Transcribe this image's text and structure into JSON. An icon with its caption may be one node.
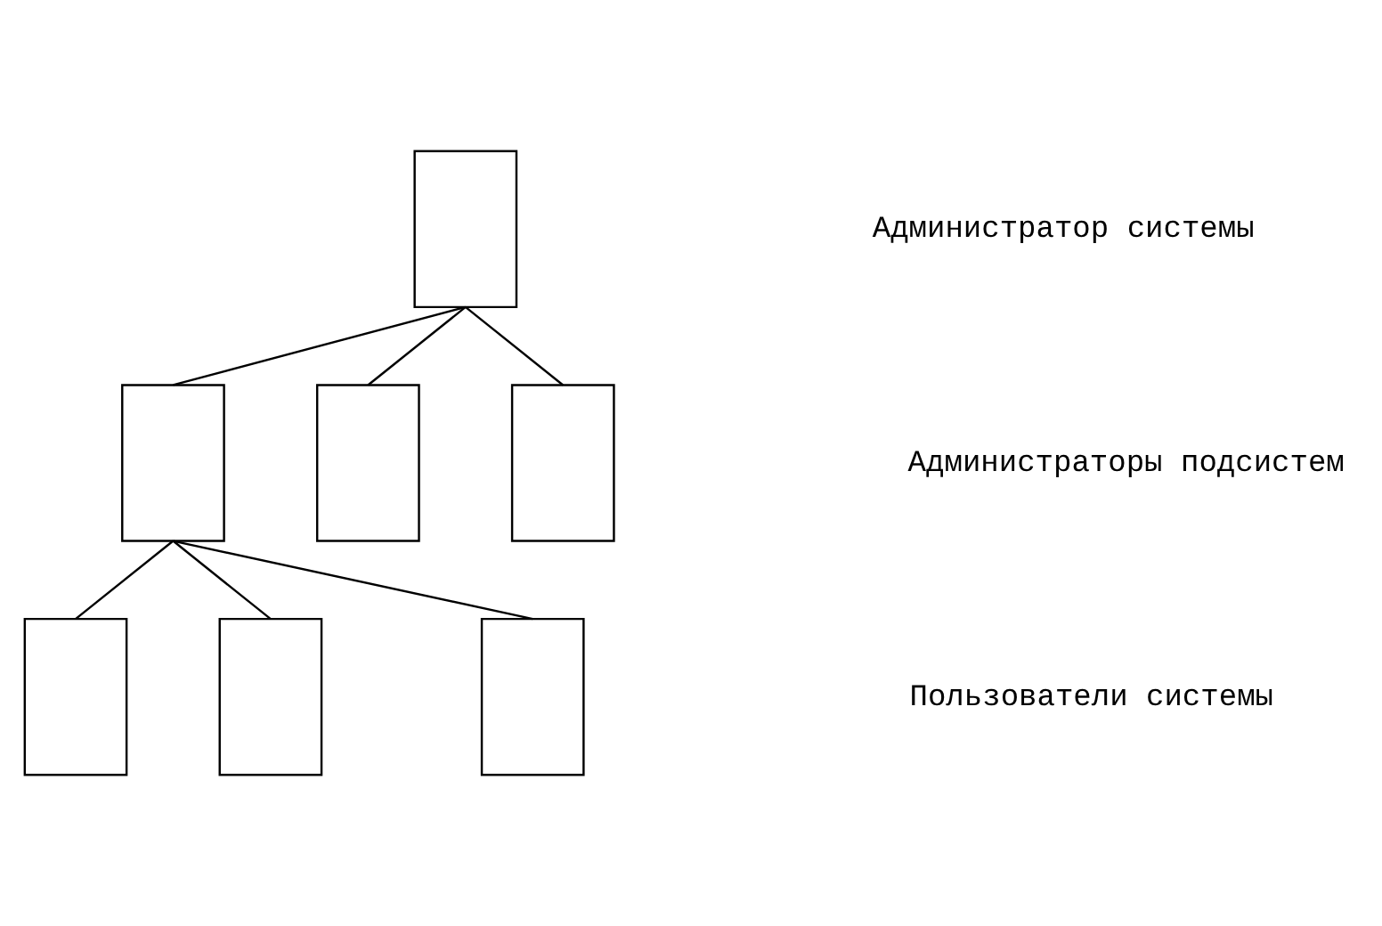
{
  "diagram": {
    "nodes": [
      {
        "text": [],
        "shape": "box"
      },
      {
        "text": [],
        "shape": "box"
      },
      {
        "text": [],
        "shape": "box"
      },
      {
        "text": [],
        "shape": "box"
      },
      {
        "text": [],
        "shape": "box"
      },
      {
        "text": [],
        "shape": "box"
      },
      {
        "text": [],
        "shape": "box"
      }
    ],
    "edges": [
      {
        "from": 0,
        "to": 1,
        "arrow": "none"
      },
      {
        "from": 0,
        "to": 2,
        "arrow": "none"
      },
      {
        "from": 0,
        "to": 3,
        "arrow": "none"
      },
      {
        "from": 1,
        "to": 4,
        "arrow": "none"
      },
      {
        "from": 1,
        "to": 5,
        "arrow": "none"
      },
      {
        "from": 1,
        "to": 6,
        "arrow": "none"
      }
    ],
    "labels": [
      "Администратор системы",
      "Администраторы подсистем",
      "Пользователи системы"
    ]
  }
}
